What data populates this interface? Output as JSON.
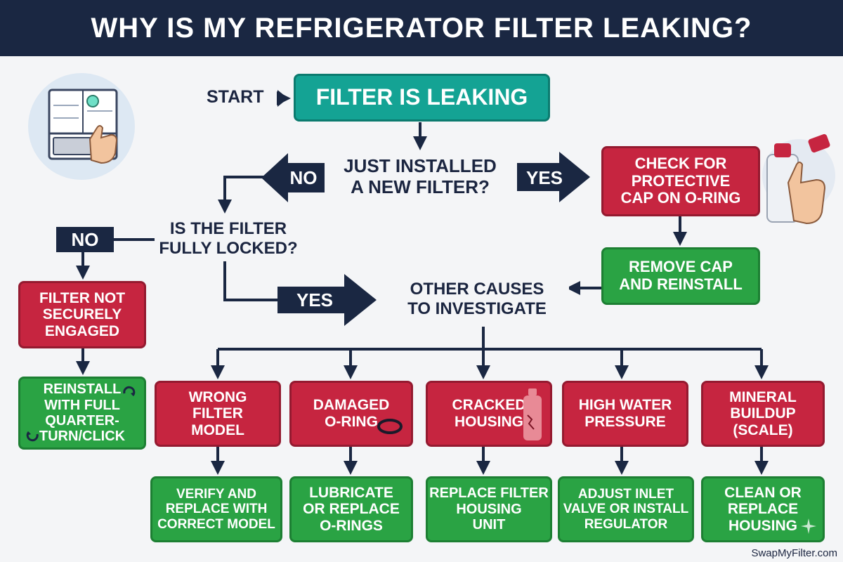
{
  "title": "WHY IS MY REFRIGERATOR FILTER LEAKING?",
  "start_label": "START",
  "colors": {
    "navy": "#1a2742",
    "teal": "#14a394",
    "red": "#c62540",
    "green": "#2aa344",
    "background": "#f4f5f7"
  },
  "nodes": {
    "filter_leaking": "FILTER IS LEAKING",
    "q_new_filter": "JUST INSTALLED\nA NEW FILTER?",
    "yes_1": "YES",
    "no_1": "NO",
    "check_cap": "CHECK FOR\nPROTECTIVE\nCAP ON O-RING",
    "remove_cap": "REMOVE CAP\nAND REINSTALL",
    "q_locked": "IS THE FILTER\nFULLY LOCKED?",
    "no_2": "NO",
    "yes_2": "YES",
    "not_engaged": "FILTER NOT\nSECURELY\nENGAGED",
    "reinstall": "REINSTALL\nWITH FULL\nQUARTER-\nTURN/CLICK",
    "other_causes": "OTHER CAUSES\nTO INVESTIGATE"
  },
  "causes": [
    {
      "cause": "WRONG\nFILTER\nMODEL",
      "fix": "VERIFY AND\nREPLACE WITH\nCORRECT MODEL",
      "icon": "none"
    },
    {
      "cause": "DAMAGED\nO-RING",
      "fix": "LUBRICATE\nOR REPLACE\nO-RINGS",
      "icon": "o-ring-icon"
    },
    {
      "cause": "CRACKED\nHOUSING",
      "fix": "REPLACE FILTER\nHOUSING\nUNIT",
      "icon": "cracked-housing-icon"
    },
    {
      "cause": "HIGH WATER\nPRESSURE",
      "fix": "ADJUST INLET\nVALVE OR INSTALL\nREGULATOR",
      "icon": "none"
    },
    {
      "cause": "MINERAL\nBUILDUP\n(SCALE)",
      "fix": "CLEAN OR\nREPLACE\nHOUSING",
      "icon": "sparkle-icon"
    }
  ],
  "icons": {
    "fridge_illustration": "refrigerator-hand-icon",
    "filter_illustration": "filter-cap-hand-icon"
  },
  "watermark": "SwapMyFilter.com"
}
